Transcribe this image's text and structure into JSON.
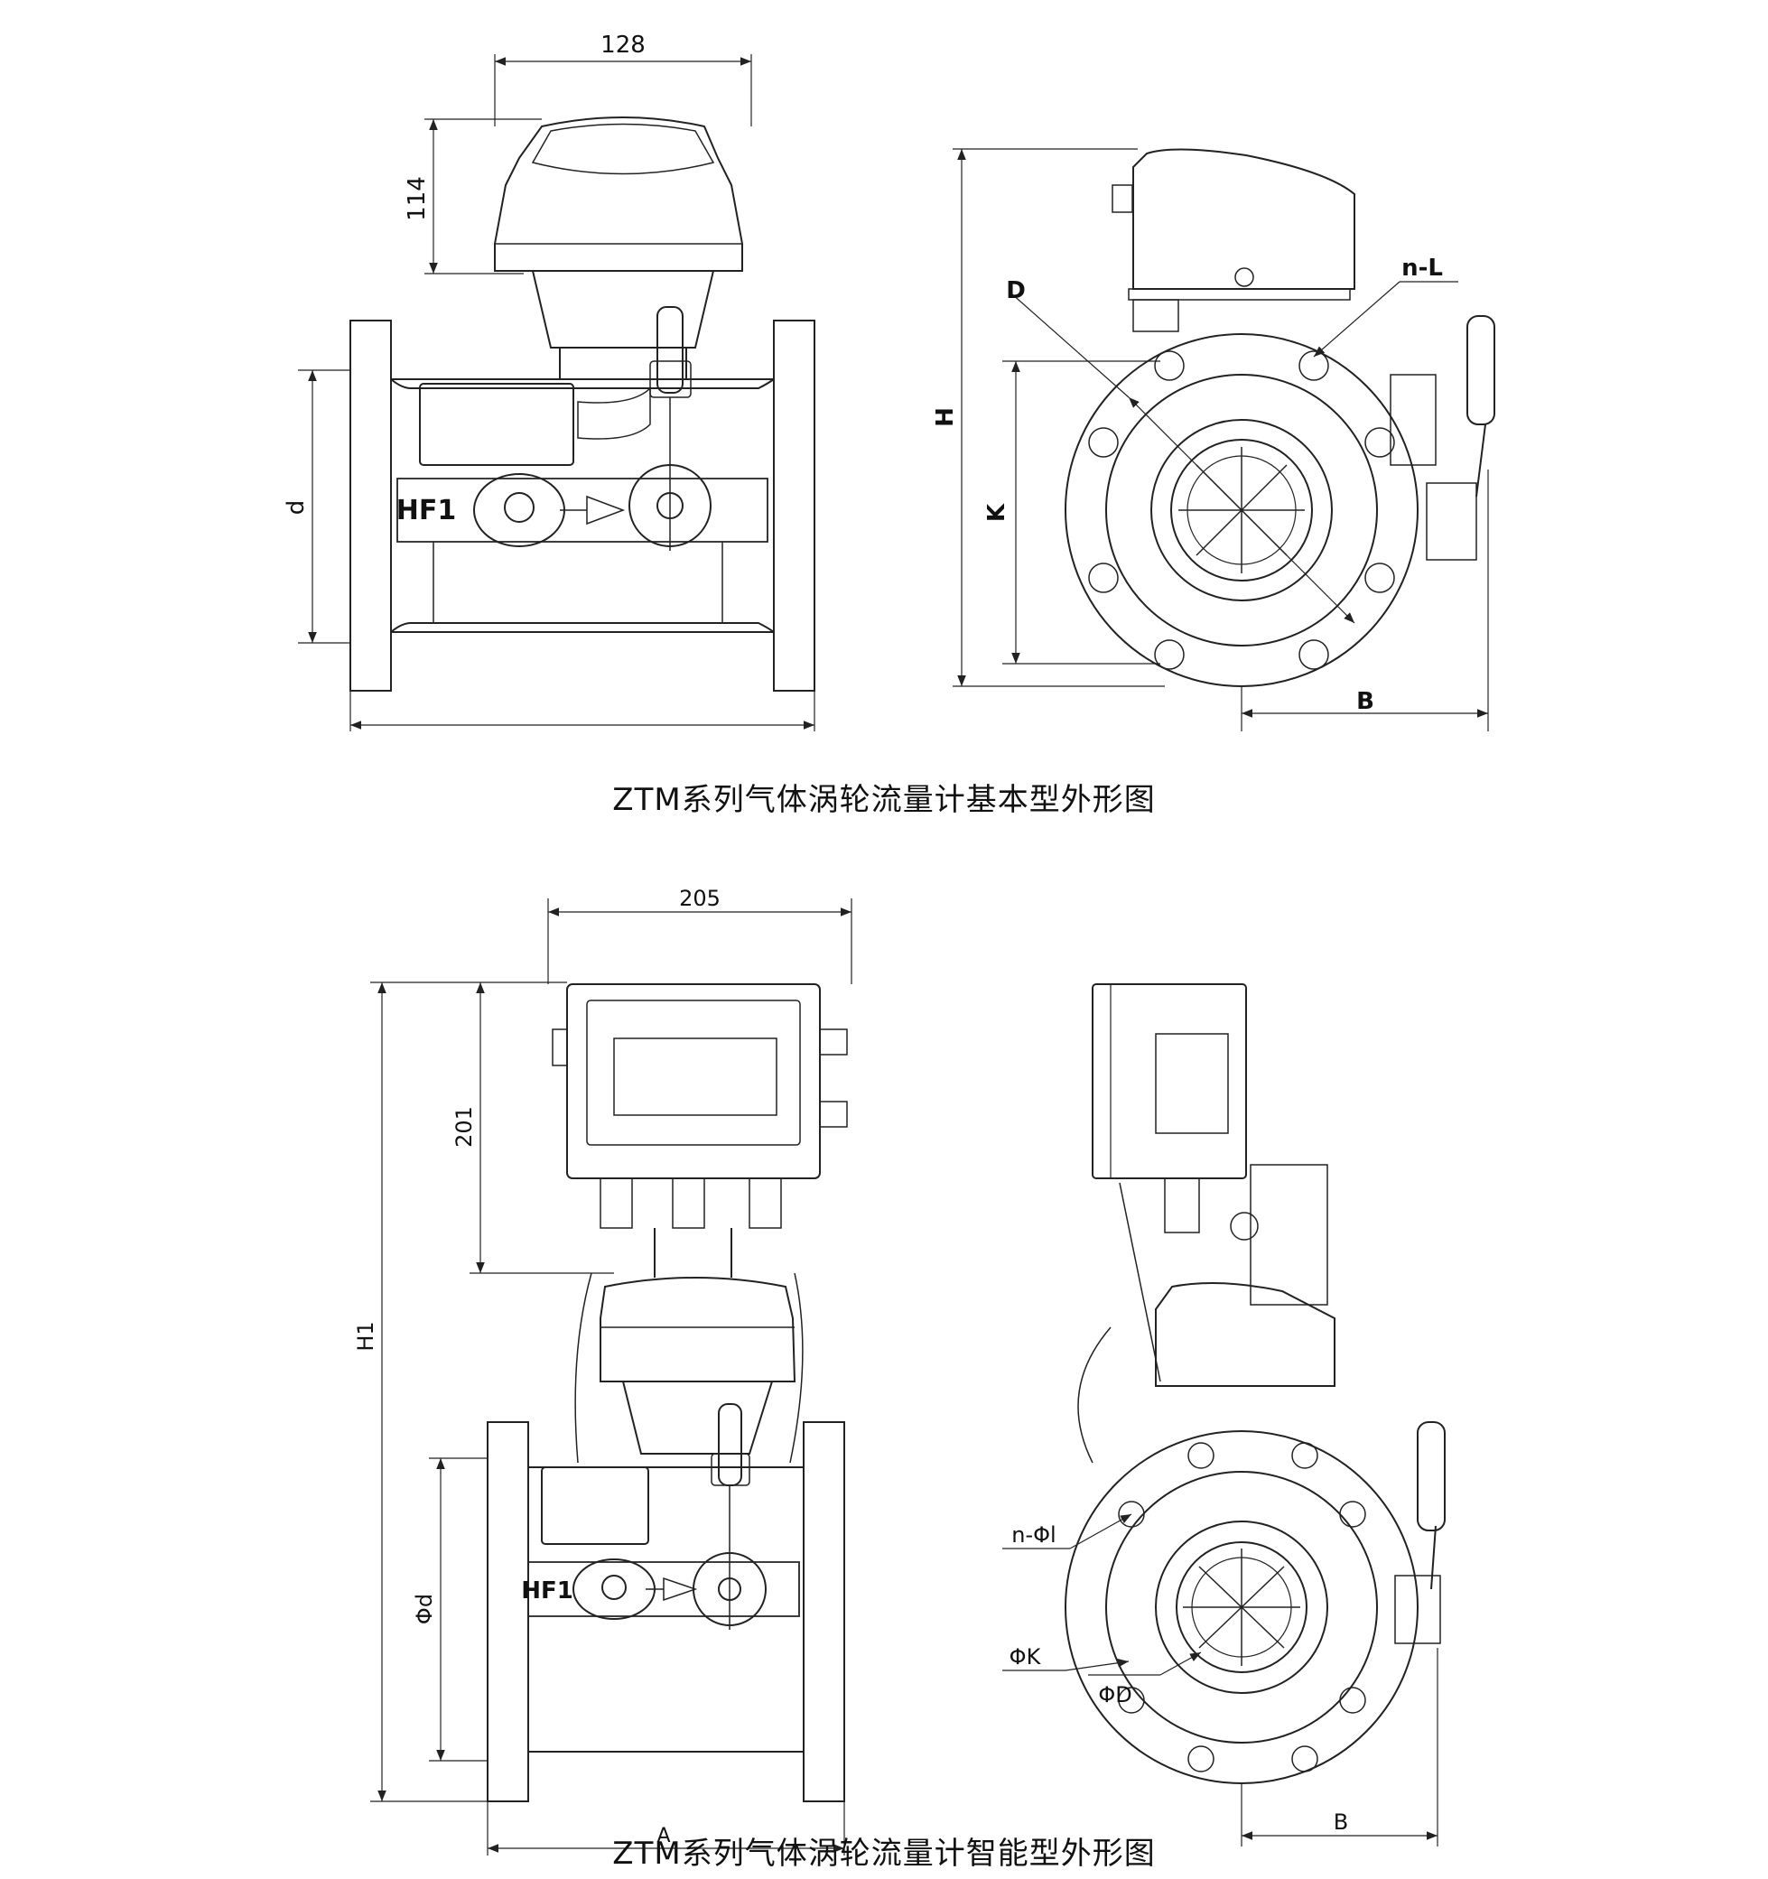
{
  "figure1": {
    "caption": "ZTM系列气体涡轮流量计基本型外形图",
    "front": {
      "dim_width": "128",
      "dim_height": "114",
      "dim_d": "d",
      "label_hf": "HF1"
    },
    "side": {
      "dim_D": "D",
      "dim_nL": "n-L",
      "dim_H": "H",
      "dim_K": "K",
      "dim_B": "B"
    }
  },
  "figure2": {
    "caption": "ZTM系列气体涡轮流量计智能型外形图",
    "front": {
      "dim_width": "205",
      "dim_height": "201",
      "dim_H1": "H1",
      "dim_phid": "Φd",
      "dim_A": "A",
      "label_hf": "HF1"
    },
    "side": {
      "dim_nphil": "n-Φl",
      "dim_phiK": "ΦK",
      "dim_phiD": "ΦD",
      "dim_B": "B"
    }
  },
  "colors": {
    "line": "#222222",
    "background": "#ffffff"
  }
}
